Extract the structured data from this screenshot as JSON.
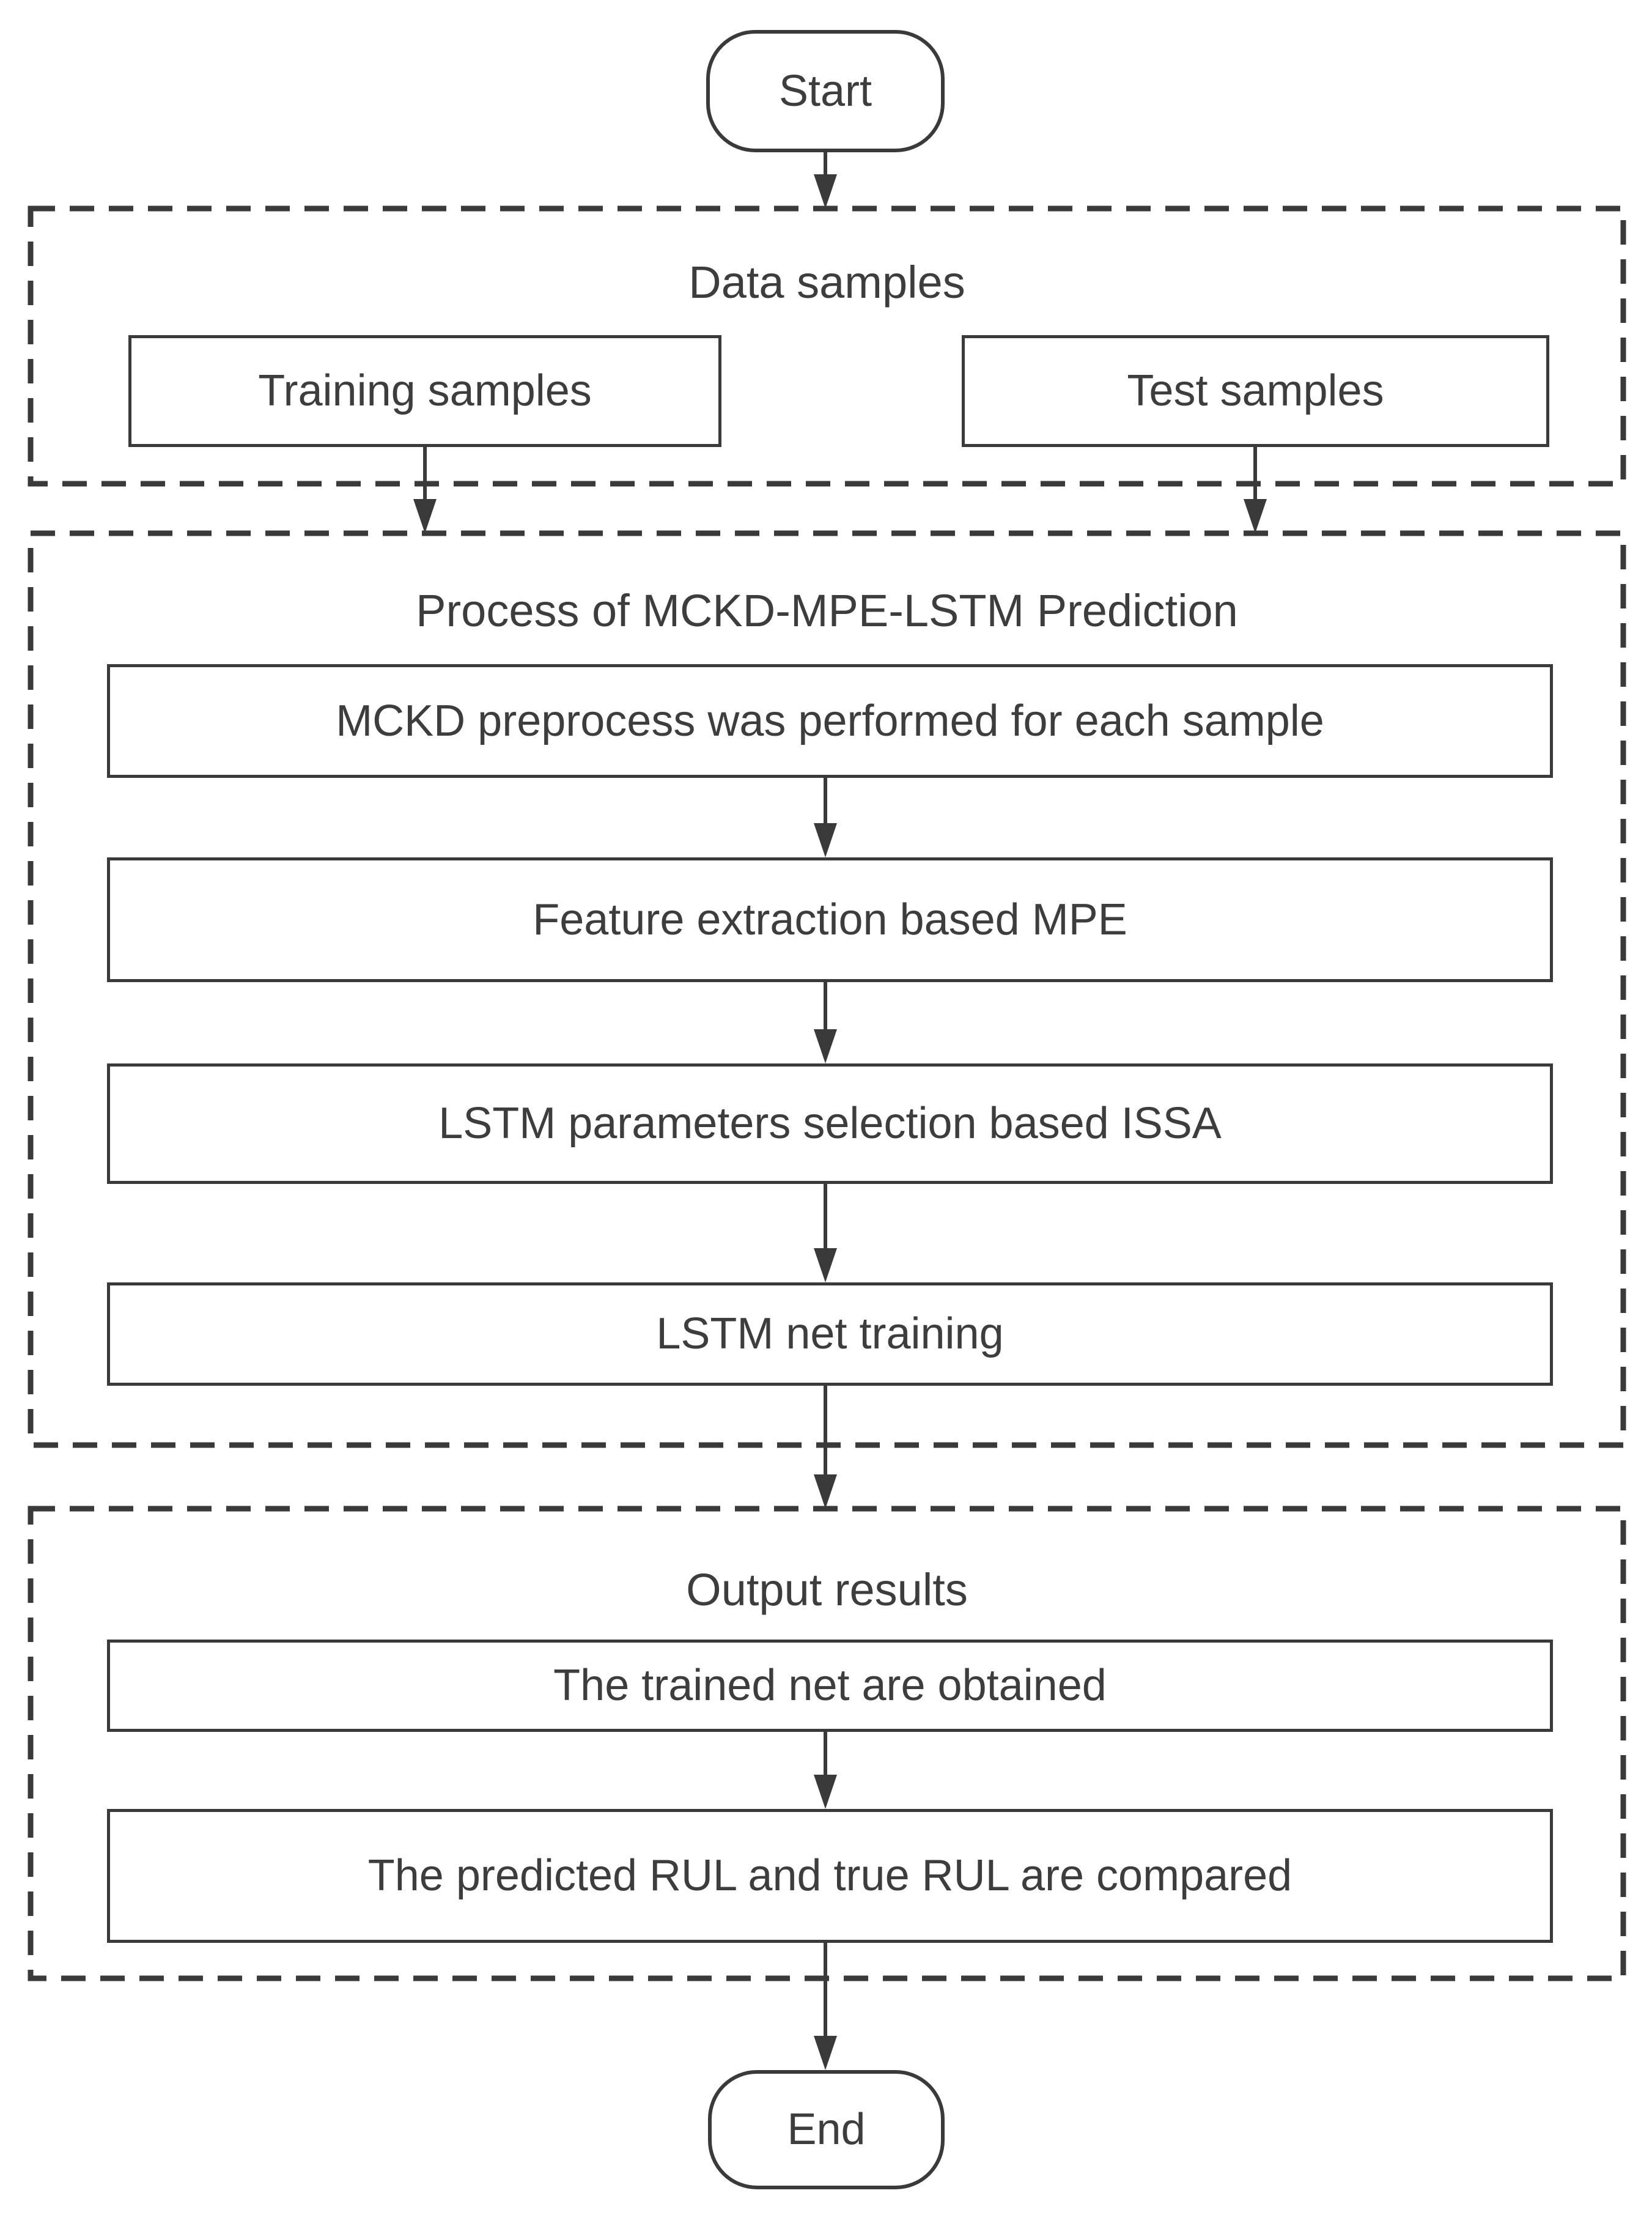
{
  "diagram": {
    "type": "flowchart",
    "background_color": "#ffffff",
    "stroke_color": "#3a3a3a",
    "text_color": "#3d3d3d",
    "start_label": "Start",
    "end_label": "End",
    "groups": [
      {
        "title": "Data samples",
        "nodes": [
          {
            "label": "Training samples"
          },
          {
            "label": "Test samples"
          }
        ]
      },
      {
        "title": "Process of MCKD-MPE-LSTM Prediction",
        "nodes": [
          {
            "label": "MCKD preprocess was performed for each sample"
          },
          {
            "label": "Feature extraction based MPE"
          },
          {
            "label": "LSTM parameters selection based ISSA"
          },
          {
            "label": "LSTM net training"
          }
        ]
      },
      {
        "title": "Output results",
        "nodes": [
          {
            "label": "The trained net are obtained"
          },
          {
            "label": "The predicted RUL and true RUL are compared"
          }
        ]
      }
    ]
  }
}
